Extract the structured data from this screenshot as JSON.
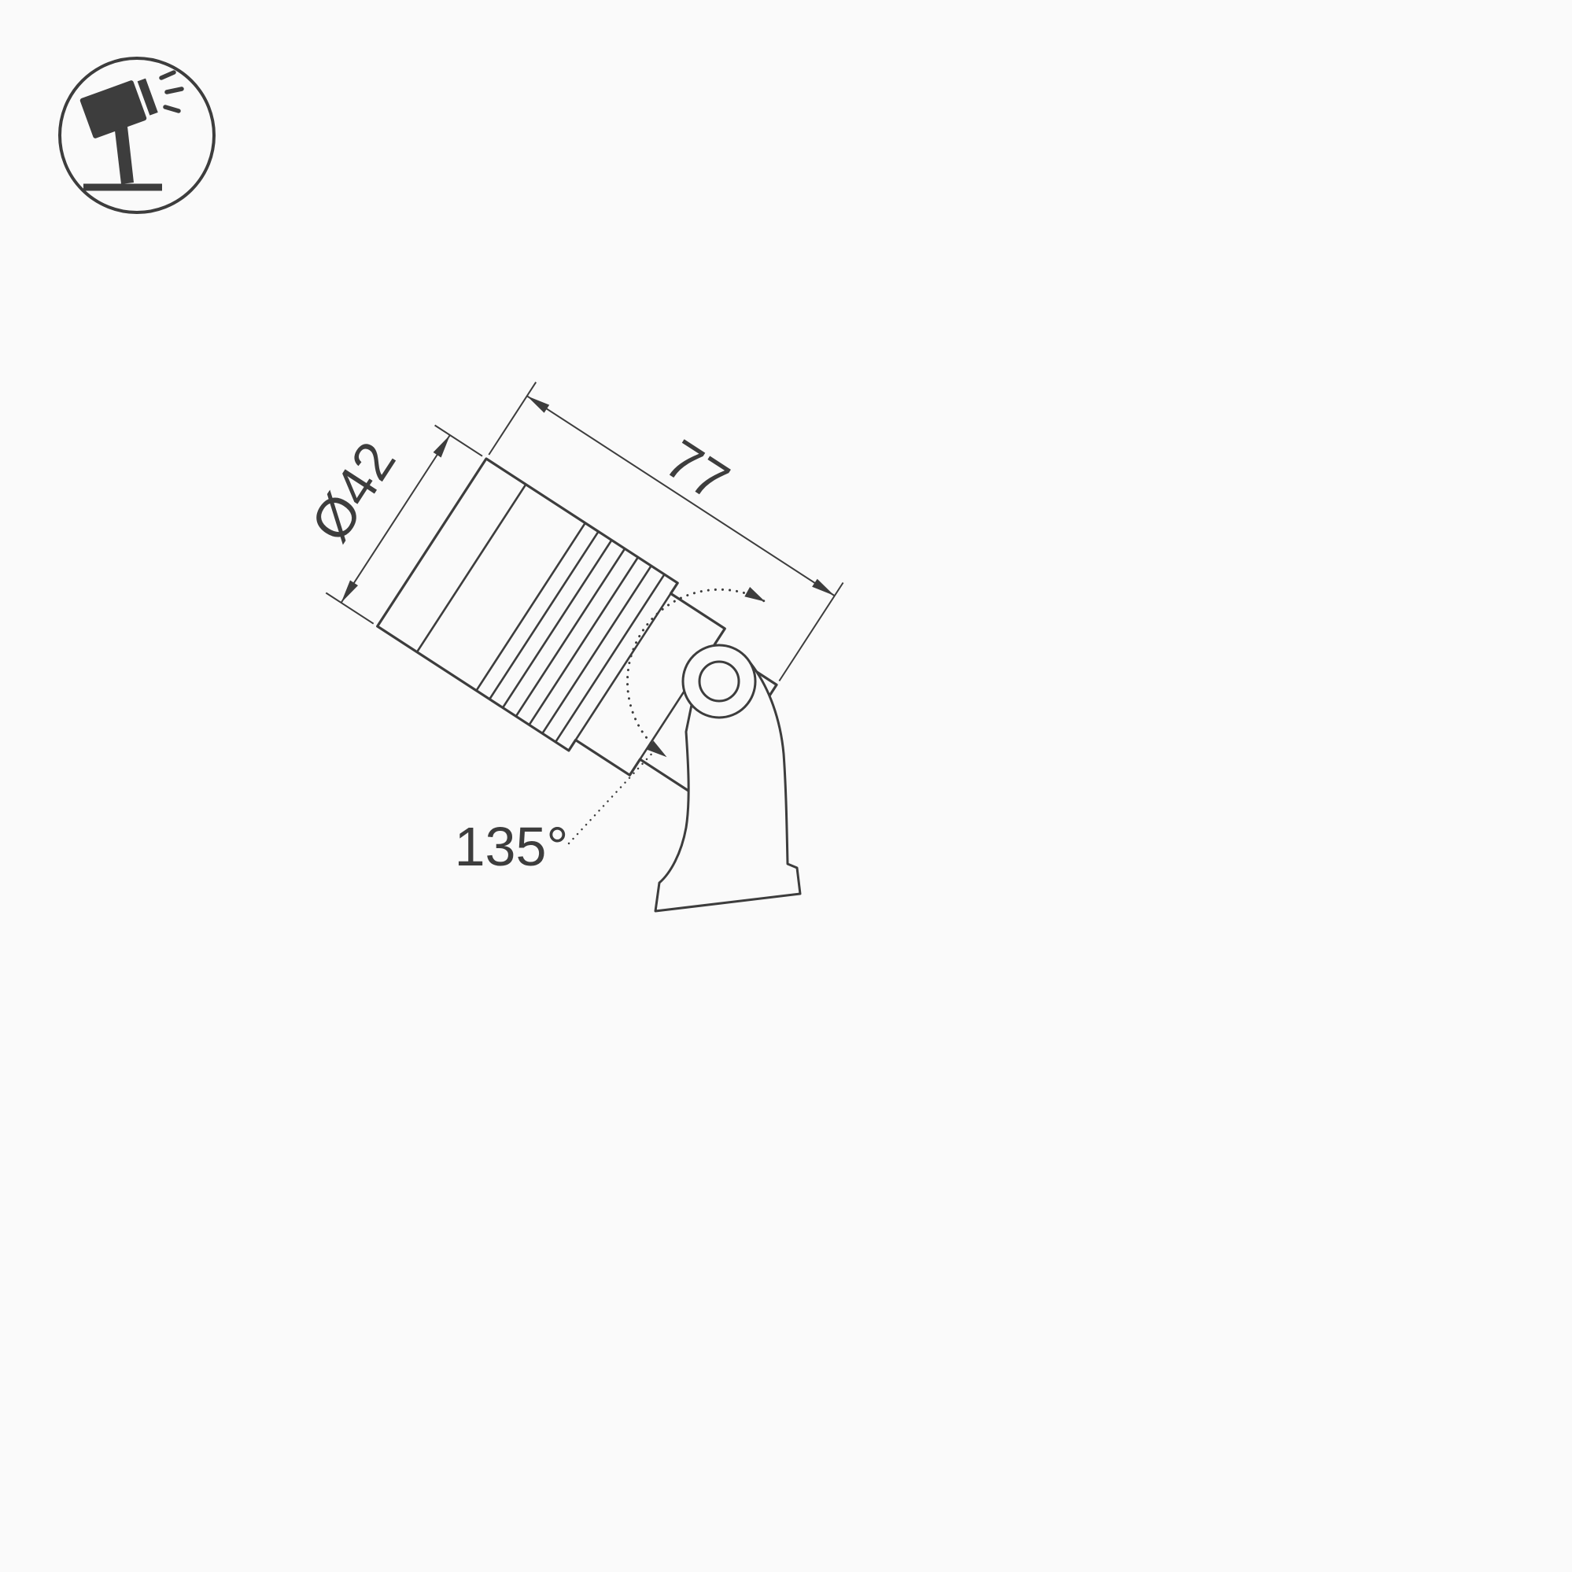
{
  "background": "#fafafa",
  "colors": {
    "line": "#3d3d3d",
    "fill": "#fafafa"
  },
  "icons": {
    "corner": "adjustable-spotlight-icon"
  },
  "dimensions": {
    "diameter": "Ø42",
    "length": "77",
    "angle": "135°"
  }
}
